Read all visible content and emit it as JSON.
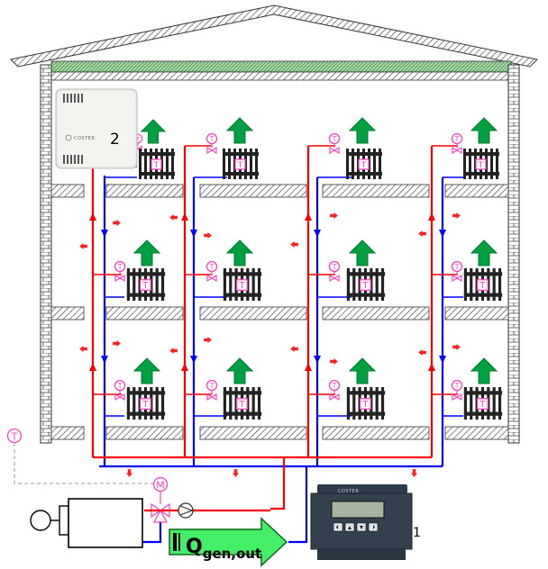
{
  "labels": {
    "device_sensor": "2",
    "device_controller": "1",
    "heat_output_main": "Q",
    "heat_output_sub": "gen,out",
    "thermostat_symbol": "T",
    "motor_symbol": "M",
    "sensor_brand": "COSTER",
    "controller_brand": "COSTER"
  },
  "colors": {
    "supply": "#ff0000",
    "return": "#0000ff",
    "heat_arrow": "#00a040",
    "thermostat": "#ff40c0",
    "hatch": "#333333",
    "roof_insulation": "#8fbf8f",
    "loss_arrow": "#ff2020"
  },
  "icons": {
    "radiator": "radiator-icon",
    "thermostatic_valve": "thermostatic-valve-icon",
    "heat_up_arrow": "heat-up-arrow-icon",
    "heat_loss_arrow": "heat-loss-arrow-icon",
    "boiler": "boiler-icon",
    "pump": "pump-icon",
    "mixing_valve": "mixing-valve-icon",
    "outdoor_sensor": "outdoor-temperature-sensor-icon"
  }
}
